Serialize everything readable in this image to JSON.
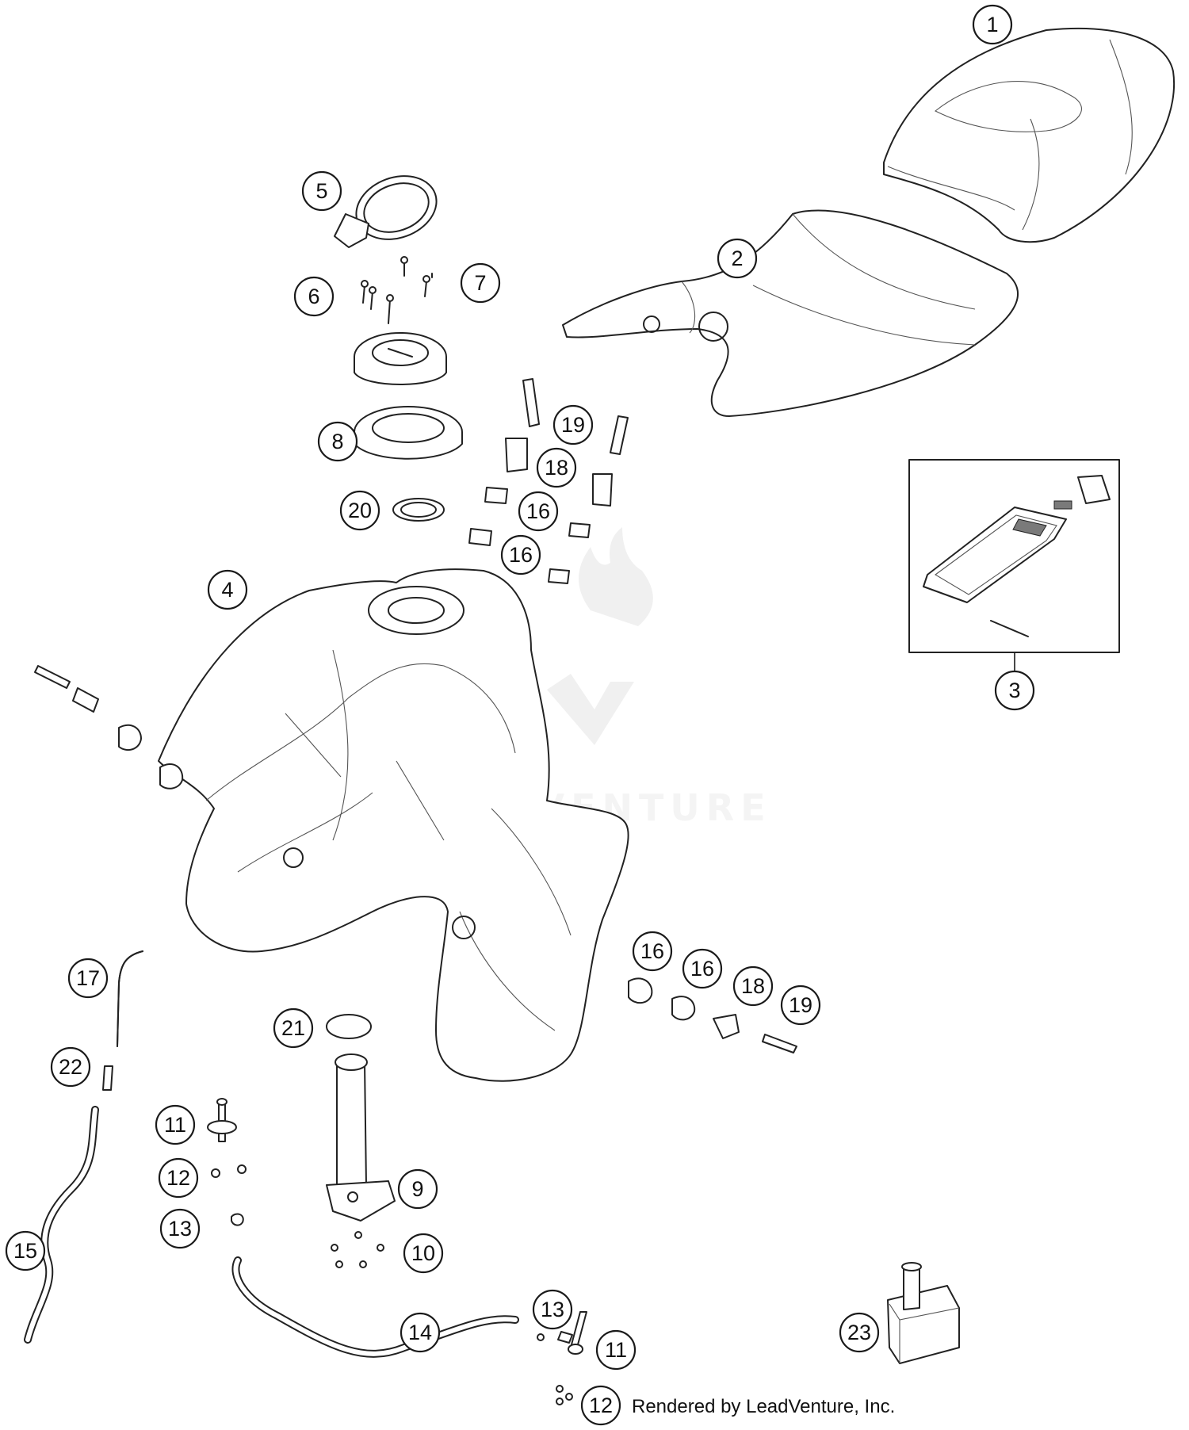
{
  "diagram": {
    "credit": "Rendered by LeadVenture, Inc.",
    "watermark": "LEADVENTURE",
    "callouts": [
      {
        "id": "c1",
        "label": "1"
      },
      {
        "id": "c2",
        "label": "2"
      },
      {
        "id": "c3",
        "label": "3"
      },
      {
        "id": "c4",
        "label": "4"
      },
      {
        "id": "c5",
        "label": "5"
      },
      {
        "id": "c6",
        "label": "6"
      },
      {
        "id": "c7",
        "label": "7"
      },
      {
        "id": "c8",
        "label": "8"
      },
      {
        "id": "c9",
        "label": "9"
      },
      {
        "id": "c10",
        "label": "10"
      },
      {
        "id": "c11a",
        "label": "11"
      },
      {
        "id": "c11b",
        "label": "11"
      },
      {
        "id": "c12a",
        "label": "12"
      },
      {
        "id": "c12b",
        "label": "12"
      },
      {
        "id": "c13a",
        "label": "13"
      },
      {
        "id": "c13b",
        "label": "13"
      },
      {
        "id": "c14",
        "label": "14"
      },
      {
        "id": "c15",
        "label": "15"
      },
      {
        "id": "c16a",
        "label": "16"
      },
      {
        "id": "c16b",
        "label": "16"
      },
      {
        "id": "c16c",
        "label": "16"
      },
      {
        "id": "c16d",
        "label": "16"
      },
      {
        "id": "c17",
        "label": "17"
      },
      {
        "id": "c18a",
        "label": "18"
      },
      {
        "id": "c18b",
        "label": "18"
      },
      {
        "id": "c19a",
        "label": "19"
      },
      {
        "id": "c19b",
        "label": "19"
      },
      {
        "id": "c20",
        "label": "20"
      },
      {
        "id": "c21",
        "label": "21"
      },
      {
        "id": "c22",
        "label": "22"
      },
      {
        "id": "c23",
        "label": "23"
      }
    ]
  }
}
